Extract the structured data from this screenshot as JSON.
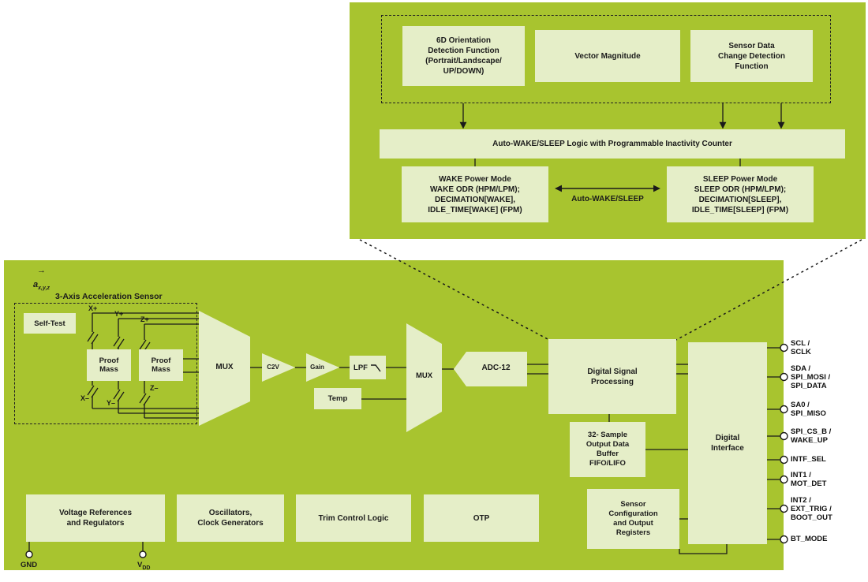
{
  "colors": {
    "panel_green": "#a8c42f",
    "box_fill": "#e5eec8",
    "line_color": "#1a1a1a",
    "page_background": "#ffffff"
  },
  "icons": {
    "vector_arrow": "→"
  },
  "inset": {
    "orientation_box": "6D Orientation\nDetection Function\n(Portrait/Landscape/\nUP/DOWN)",
    "vector_magnitude_box": "Vector Magnitude",
    "sensor_change_box": "Sensor Data\nChange Detection\nFunction",
    "autowake_logic_box": "Auto-WAKE/SLEEP Logic with Programmable Inactivity Counter",
    "wake_mode_box": "WAKE Power Mode\nWAKE ODR (HPM/LPM);\nDECIMATION[WAKE],\nIDLE_TIME[WAKE] (FPM)",
    "sleep_mode_box": "SLEEP Power Mode\nSLEEP ODR (HPM/LPM);\nDECIMATION[SLEEP],\nIDLE_TIME[SLEEP] (FPM)",
    "autowake_arrow_label": "Auto-WAKE/SLEEP"
  },
  "main": {
    "vector_a": "a",
    "vector_sub": "x,y,z",
    "sensor_title": "3-Axis Acceleration Sensor",
    "self_test": "Self-Test",
    "electrodes": {
      "x_plus": "X+",
      "y_plus": "Y+",
      "z_plus": "Z+",
      "x_minus": "X–",
      "y_minus": "Y–",
      "z_minus": "Z–"
    },
    "proof_mass": "Proof\nMass",
    "mux": "MUX",
    "c2v": "C2V",
    "gain": "Gain",
    "lpf": "LPF",
    "temp": "Temp",
    "adc": "ADC-12",
    "dsp": "Digital Signal\nProcessing",
    "fifo": "32- Sample\nOutput Data\nBuffer\nFIFO/LIFO",
    "sensor_config": "Sensor\nConfiguration\nand Output\nRegisters",
    "digital_interface": "Digital\nInterface",
    "bottom_boxes": [
      "Voltage References\nand Regulators",
      "Oscillators,\nClock Generators",
      "Trim Control Logic",
      "OTP"
    ],
    "gnd": "GND",
    "vdd_base": "V",
    "vdd_sub": "DD",
    "pins": [
      "SCL /\nSCLK",
      "SDA /\nSPI_MOSI /\nSPI_DATA",
      "SA0 /\nSPI_MISO",
      "SPI_CS_B /\nWAKE_UP",
      "INTF_SEL",
      "INT1 /\nMOT_DET",
      "INT2 /\nEXT_TRIG /\nBOOT_OUT",
      "BT_MODE"
    ]
  }
}
